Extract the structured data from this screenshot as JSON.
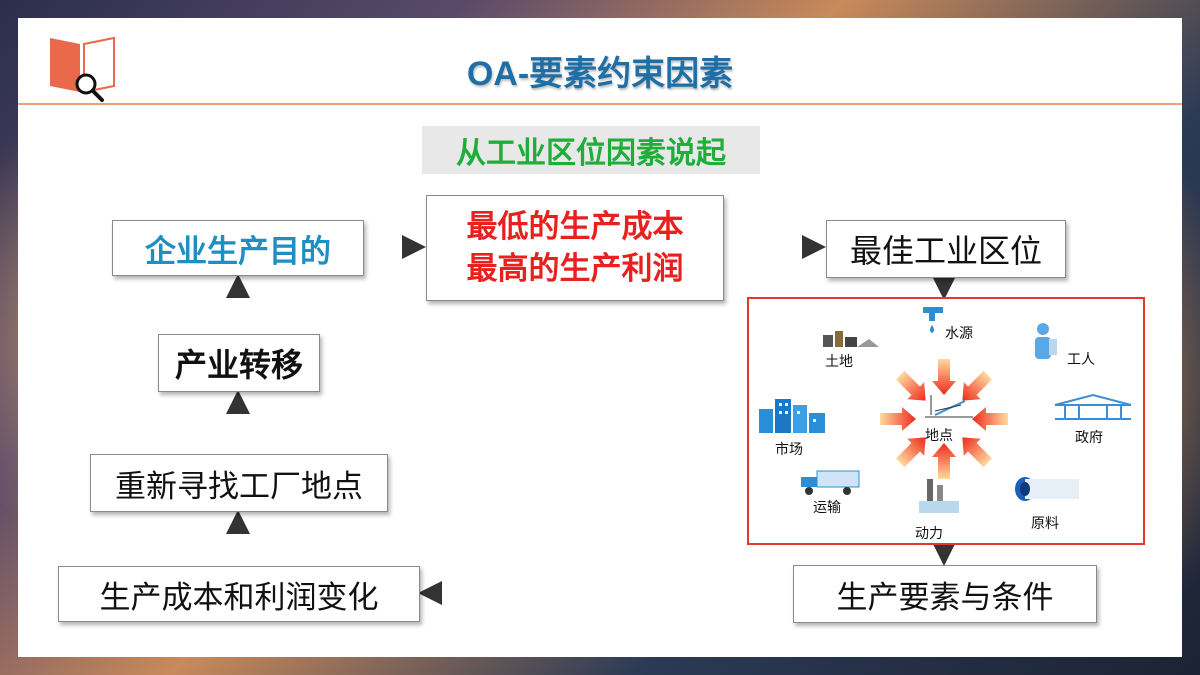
{
  "slide": {
    "title": "OA-要素约束因素",
    "subtitle": "从工业区位因素说起"
  },
  "flow": {
    "goal": "企业生产目的",
    "cost_line1": "最低的生产成本",
    "cost_line2": "最高的生产利润",
    "best_location": "最佳工业区位",
    "industry_transfer": "产业转移",
    "find_new_site": "重新寻找工厂地点",
    "cost_profit_change": "生产成本和利润变化",
    "production_factors": "生产要素与条件"
  },
  "factors": {
    "center": "地点",
    "water": "水源",
    "land": "土地",
    "labor": "工人",
    "market": "市场",
    "government": "政府",
    "transport": "运输",
    "power": "动力",
    "raw_material": "原料"
  },
  "colors": {
    "title": "#1f6fa6",
    "subtitle": "#1fae3a",
    "goal": "#1f8ec2",
    "cost": "#e8211f",
    "panel_border": "#e23a2a",
    "title_line": "#e9a27a"
  },
  "icons": [
    "magnifier-book-icon",
    "water-tap-icon",
    "land-icon",
    "worker-icon",
    "city-buildings-icon",
    "government-building-icon",
    "truck-icon",
    "power-plant-icon",
    "raw-material-pipe-icon",
    "factory-site-icon"
  ]
}
